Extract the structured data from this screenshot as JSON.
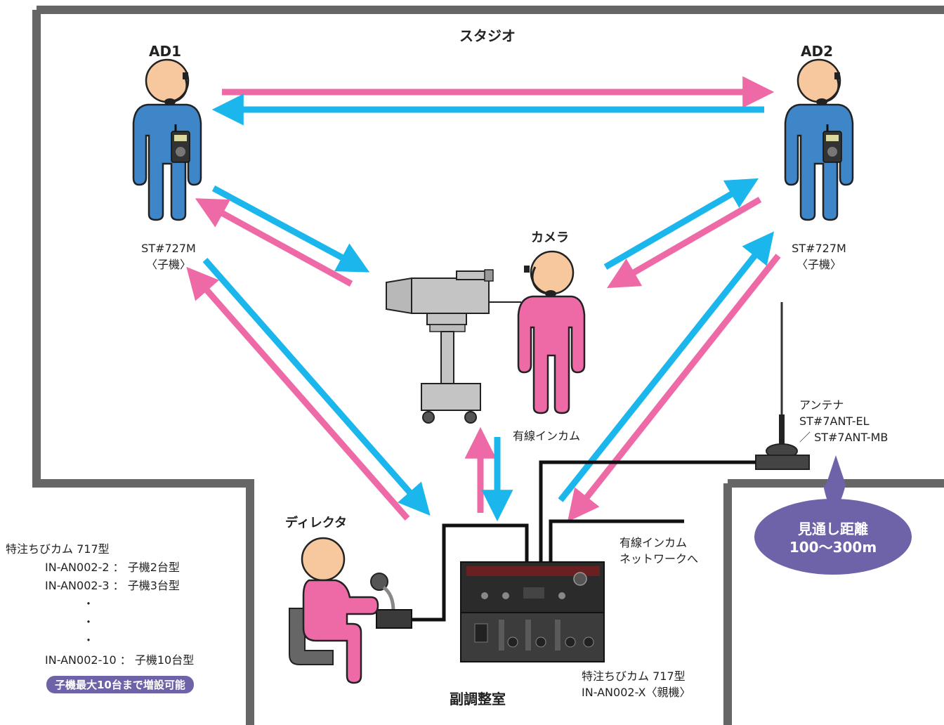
{
  "rooms": {
    "studio": "スタジオ",
    "control_room": "副調整室"
  },
  "people": {
    "ad1": {
      "name": "AD1",
      "model": "ST#727M",
      "role": "〈子機〉"
    },
    "ad2": {
      "name": "AD2",
      "model": "ST#727M",
      "role": "〈子機〉"
    },
    "camera": {
      "name": "カメラ",
      "device": "有線インカム"
    },
    "director": {
      "name": "ディレクタ"
    }
  },
  "antenna": {
    "title": "アンテナ",
    "model1": "ST#7ANT-EL",
    "model2": "／ ST#7ANT-MB"
  },
  "wired_network": {
    "line1": "有線インカム",
    "line2": "ネットワークへ"
  },
  "range_bubble": {
    "line1": "見通し距離",
    "line2": "100〜300m"
  },
  "base_unit": {
    "line1": "特注ちびカム 717型",
    "line2": "IN-AN002-X〈親機〉"
  },
  "spec_list": {
    "title": "特注ちびカム 717型",
    "items": [
      "IN-AN002-2 ： 子機2台型",
      "IN-AN002-3 ： 子機3台型",
      "・",
      "・",
      "・",
      "IN-AN002-10 ： 子機10台型"
    ],
    "badge": "子機最大10台まで増設可能"
  },
  "colors": {
    "pink": "#ee6aa7",
    "cyan": "#1ab6ec",
    "blue_suit": "#3e86c8",
    "frame": "#666666",
    "bubble": "#6e63a8"
  }
}
